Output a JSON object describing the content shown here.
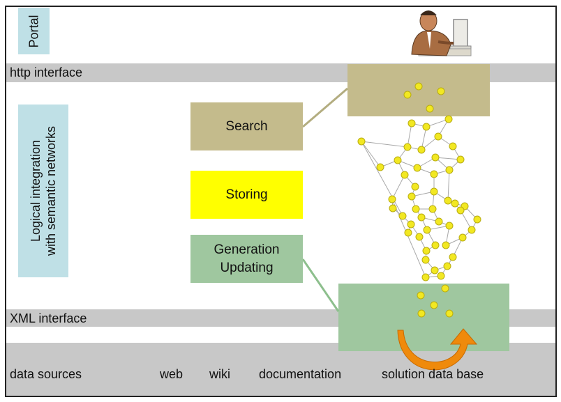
{
  "colors": {
    "band": "#c8c8c8",
    "label_bg": "#bfe0e6",
    "search": "#c4bb8c",
    "storing": "#ffff00",
    "generation": "#9fc79f",
    "node": "#f2e822",
    "arrow": "#ef8a0c"
  },
  "labels": {
    "portal": "Portal",
    "http": "http interface",
    "logical_line1": "Logical integration",
    "logical_line2": "with semantic networks",
    "xml": "XML interface"
  },
  "processes": {
    "search": "Search",
    "storing": "Storing",
    "generation": "Generation\nUpdating"
  },
  "sources": [
    "data sources",
    "web",
    "wiki",
    "documentation",
    "solution data base"
  ],
  "icons": {
    "user": "user-at-computer-icon",
    "cycle": "cycle-arrow-icon"
  }
}
